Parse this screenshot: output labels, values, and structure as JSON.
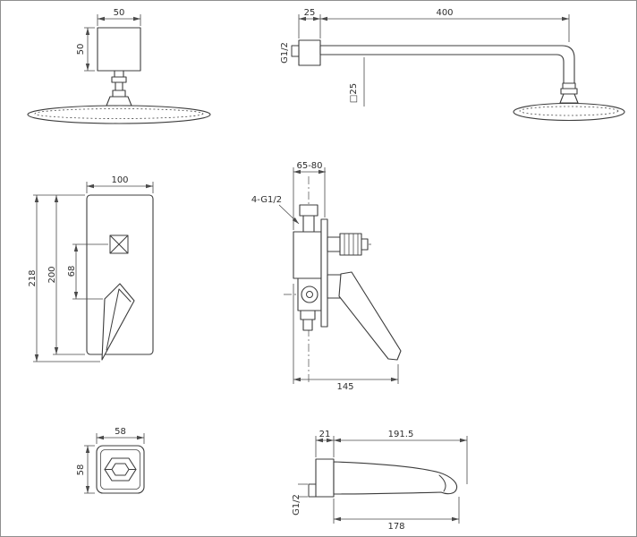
{
  "colors": {
    "line": "#3c3c3c",
    "dimension": "#4a4a4a",
    "background": "#ffffff"
  },
  "views": {
    "shower_head_front": {
      "width_mm": "50",
      "height_mm": "50"
    },
    "shower_arm_side": {
      "wall_plate_depth": "25",
      "arm_length": "400",
      "inlet_thread": "G1/2",
      "arm_section": "□25"
    },
    "mixer_front": {
      "plate_width": "100",
      "overall_height": "218",
      "plate_height": "200",
      "handle_offset": "68"
    },
    "mixer_side": {
      "install_depth": "65-80",
      "connections": "4-G1/2",
      "overall_width": "145"
    },
    "handle_top": {
      "width": "58",
      "height": "58"
    },
    "spout_side": {
      "wall_gap": "21",
      "overall_length": "191.5",
      "inlet_thread": "G1/2",
      "spout_length": "178"
    }
  }
}
